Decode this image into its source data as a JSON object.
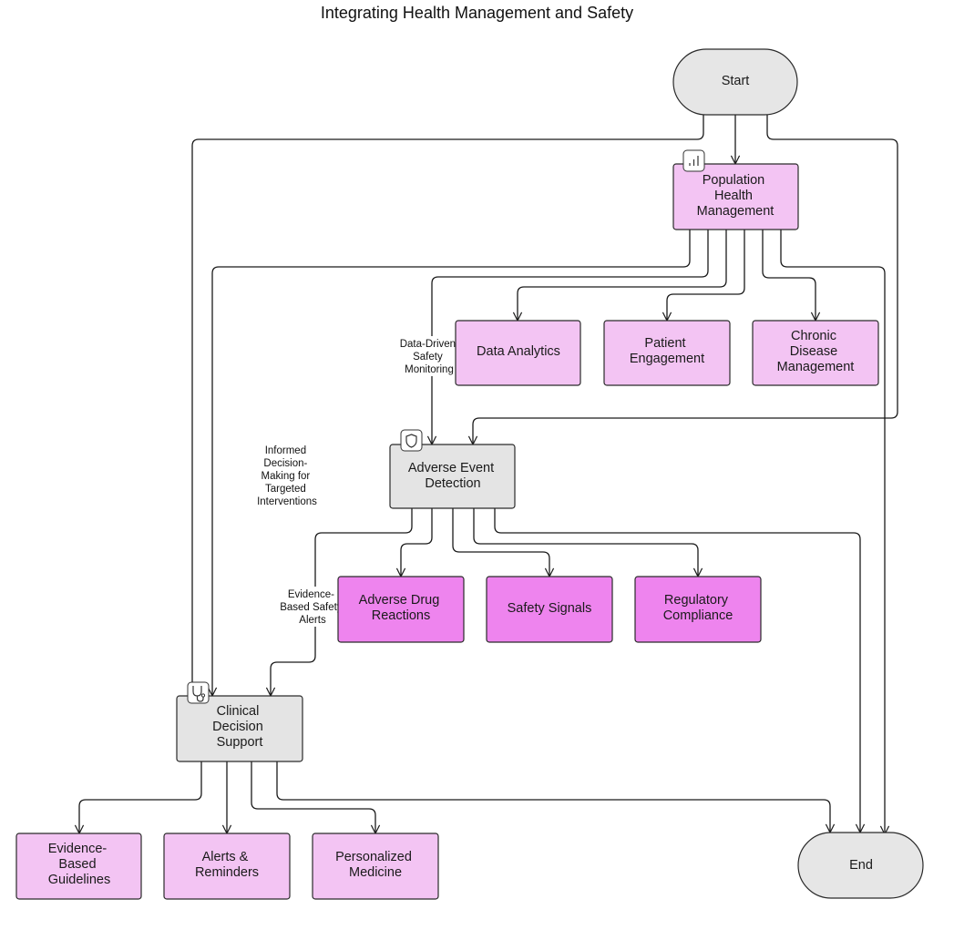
{
  "title": "Integrating Health Management and Safety",
  "colors": {
    "terminal_fill": "#e6e6e6",
    "light_pink": "#f3c4f3",
    "gray_node": "#e4e4e4",
    "magenta_node": "#ee84ee",
    "edge": "#1a1a1a"
  },
  "nodes": {
    "start": {
      "label": "Start",
      "kind": "terminal"
    },
    "phm": {
      "label": "Population Health Management",
      "lines": [
        "Population",
        "Health",
        "Management"
      ],
      "icon": "bar-chart-icon"
    },
    "data_analytics": {
      "label": "Data Analytics",
      "lines": [
        "Data Analytics"
      ]
    },
    "patient_engagement": {
      "label": "Patient Engagement",
      "lines": [
        "Patient",
        "Engagement"
      ]
    },
    "chronic_disease": {
      "label": "Chronic Disease Management",
      "lines": [
        "Chronic",
        "Disease",
        "Management"
      ]
    },
    "aed": {
      "label": "Adverse Event Detection",
      "lines": [
        "Adverse Event",
        "Detection"
      ],
      "icon": "shield-icon"
    },
    "adr": {
      "label": "Adverse Drug Reactions",
      "lines": [
        "Adverse Drug",
        "Reactions"
      ]
    },
    "safety_signals": {
      "label": "Safety Signals",
      "lines": [
        "Safety Signals"
      ]
    },
    "regulatory": {
      "label": "Regulatory Compliance",
      "lines": [
        "Regulatory",
        "Compliance"
      ]
    },
    "cds": {
      "label": "Clinical Decision Support",
      "lines": [
        "Clinical",
        "Decision",
        "Support"
      ],
      "icon": "stethoscope-icon"
    },
    "ebg": {
      "label": "Evidence-Based Guidelines",
      "lines": [
        "Evidence-",
        "Based",
        "Guidelines"
      ]
    },
    "alerts": {
      "label": "Alerts & Reminders",
      "lines": [
        "Alerts &",
        "Reminders"
      ]
    },
    "personalized": {
      "label": "Personalized Medicine",
      "lines": [
        "Personalized",
        "Medicine"
      ]
    },
    "end": {
      "label": "End",
      "kind": "terminal"
    }
  },
  "edge_labels": {
    "data_driven": [
      "Data-Driven",
      "Safety",
      "Monitoring"
    ],
    "informed": [
      "Informed",
      "Decision-",
      "Making for",
      "Targeted",
      "Interventions"
    ],
    "evidence_alerts": [
      "Evidence-",
      "Based Safety",
      "Alerts"
    ]
  }
}
